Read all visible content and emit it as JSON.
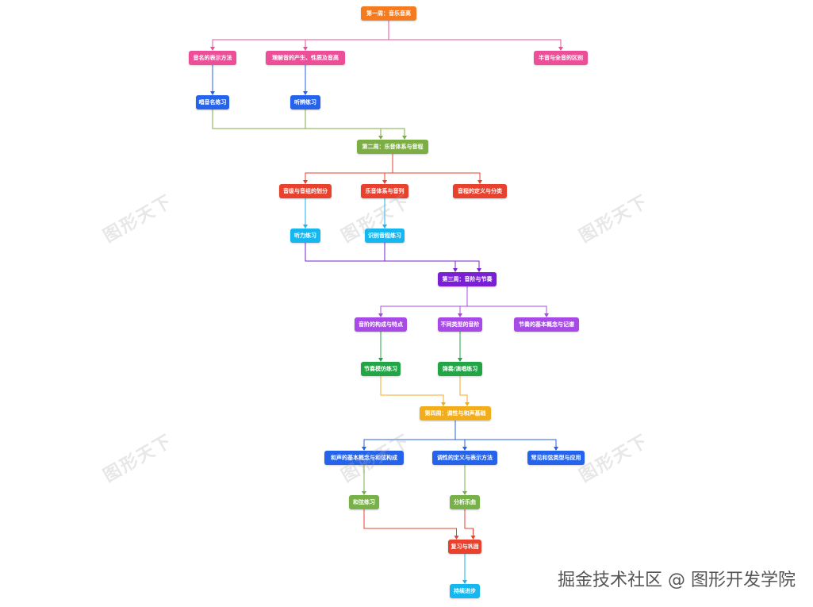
{
  "colors": {
    "orange": "#f47b20",
    "pink": "#ec4f98",
    "blue": "#2563eb",
    "green_light": "#7cae45",
    "red": "#e8422f",
    "cyan": "#16b6ef",
    "purple_dark": "#7a1fd6",
    "purple": "#a84be6",
    "green": "#23a447",
    "amber": "#f2ad1c",
    "teal_green": "#78b04a"
  },
  "nodes": [
    {
      "id": "n1",
      "label": "第一周：音乐音高",
      "color": "orange"
    },
    {
      "id": "n2",
      "label": "音名的表示方法",
      "color": "pink"
    },
    {
      "id": "n3",
      "label": "理解音的产生、性质及音高",
      "color": "pink"
    },
    {
      "id": "n4",
      "label": "半音与全音的区别",
      "color": "pink"
    },
    {
      "id": "n5",
      "label": "唱音名练习",
      "color": "blue"
    },
    {
      "id": "n6",
      "label": "听辨练习",
      "color": "blue"
    },
    {
      "id": "n7",
      "label": "第二周：乐音体系与音程",
      "color": "green_light"
    },
    {
      "id": "n8",
      "label": "音级与音组的划分",
      "color": "red"
    },
    {
      "id": "n9",
      "label": "乐音体系与音列",
      "color": "red"
    },
    {
      "id": "n10",
      "label": "音程的定义与分类",
      "color": "red"
    },
    {
      "id": "n11",
      "label": "听力练习",
      "color": "cyan"
    },
    {
      "id": "n12",
      "label": "识别音程练习",
      "color": "cyan"
    },
    {
      "id": "n13",
      "label": "第三周：音阶与节奏",
      "color": "purple_dark"
    },
    {
      "id": "n14",
      "label": "音阶的构成与特点",
      "color": "purple"
    },
    {
      "id": "n15",
      "label": "不同类型的音阶",
      "color": "purple"
    },
    {
      "id": "n16",
      "label": "节奏的基本概念与记谱",
      "color": "purple"
    },
    {
      "id": "n17",
      "label": "节奏模仿练习",
      "color": "green"
    },
    {
      "id": "n18",
      "label": "弹奏/演唱练习",
      "color": "green"
    },
    {
      "id": "n19",
      "label": "第四周：调性与和声基础",
      "color": "amber"
    },
    {
      "id": "n20",
      "label": "和声的基本概念与和弦构成",
      "color": "blue"
    },
    {
      "id": "n21",
      "label": "调性的定义与表示方法",
      "color": "blue"
    },
    {
      "id": "n22",
      "label": "常见和弦类型与应用",
      "color": "blue"
    },
    {
      "id": "n23",
      "label": "和弦练习",
      "color": "teal_green"
    },
    {
      "id": "n24",
      "label": "分析乐曲",
      "color": "teal_green"
    },
    {
      "id": "n25",
      "label": "复习与巩固",
      "color": "red"
    },
    {
      "id": "n26",
      "label": "持续进步",
      "color": "cyan"
    }
  ],
  "edges": [
    {
      "from": "n1",
      "to": "n2",
      "color": "pink"
    },
    {
      "from": "n1",
      "to": "n3",
      "color": "pink"
    },
    {
      "from": "n1",
      "to": "n4",
      "color": "pink"
    },
    {
      "from": "n2",
      "to": "n5",
      "color": "blue"
    },
    {
      "from": "n3",
      "to": "n6",
      "color": "blue"
    },
    {
      "from": "n5",
      "to": "n7",
      "color": "green_light"
    },
    {
      "from": "n6",
      "to": "n7",
      "color": "green_light"
    },
    {
      "from": "n7",
      "to": "n8",
      "color": "red"
    },
    {
      "from": "n7",
      "to": "n9",
      "color": "red"
    },
    {
      "from": "n7",
      "to": "n10",
      "color": "red"
    },
    {
      "from": "n8",
      "to": "n11",
      "color": "cyan"
    },
    {
      "from": "n9",
      "to": "n12",
      "color": "cyan"
    },
    {
      "from": "n11",
      "to": "n13",
      "color": "purple_dark"
    },
    {
      "from": "n12",
      "to": "n13",
      "color": "purple_dark"
    },
    {
      "from": "n13",
      "to": "n14",
      "color": "purple"
    },
    {
      "from": "n13",
      "to": "n15",
      "color": "purple"
    },
    {
      "from": "n13",
      "to": "n16",
      "color": "purple"
    },
    {
      "from": "n14",
      "to": "n17",
      "color": "green"
    },
    {
      "from": "n15",
      "to": "n18",
      "color": "green"
    },
    {
      "from": "n17",
      "to": "n19",
      "color": "amber"
    },
    {
      "from": "n18",
      "to": "n19",
      "color": "amber"
    },
    {
      "from": "n19",
      "to": "n20",
      "color": "blue"
    },
    {
      "from": "n19",
      "to": "n21",
      "color": "blue"
    },
    {
      "from": "n19",
      "to": "n22",
      "color": "blue"
    },
    {
      "from": "n20",
      "to": "n23",
      "color": "teal_green"
    },
    {
      "from": "n21",
      "to": "n24",
      "color": "teal_green"
    },
    {
      "from": "n23",
      "to": "n25",
      "color": "red"
    },
    {
      "from": "n24",
      "to": "n25",
      "color": "red"
    },
    {
      "from": "n25",
      "to": "n26",
      "color": "cyan"
    }
  ],
  "watermark": "图形天下",
  "footer": "掘金技术社区 @ 图形开发学院"
}
